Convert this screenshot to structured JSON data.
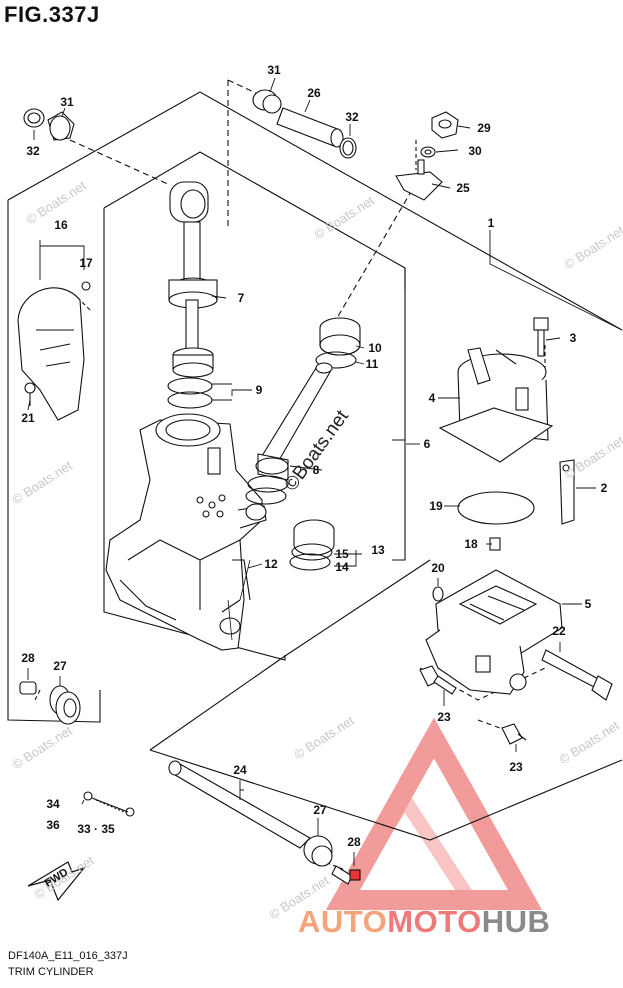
{
  "figure": {
    "title": "FIG.337J",
    "code": "DF140A_E11_016_337J",
    "caption": "TRIM CYLINDER",
    "fwd_label": "FWD"
  },
  "watermark": {
    "text": "© Boats.net",
    "center_text": "©Boats.net"
  },
  "brand": {
    "part1": "AUTO",
    "part2": "MOTO",
    "part3": "HUB",
    "colors": {
      "auto": "#f4a37a",
      "moto": "#ee7a7a",
      "hub": "#8a8a8a",
      "triangle": "#f08a8a"
    }
  },
  "part_labels": [
    {
      "id": "p31a",
      "text": "31"
    },
    {
      "id": "p26",
      "text": "26"
    },
    {
      "id": "p32a",
      "text": "32"
    },
    {
      "id": "p31b",
      "text": "31"
    },
    {
      "id": "p32b",
      "text": "32"
    },
    {
      "id": "p29",
      "text": "29"
    },
    {
      "id": "p30",
      "text": "30"
    },
    {
      "id": "p25",
      "text": "25"
    },
    {
      "id": "p1",
      "text": "1"
    },
    {
      "id": "p16",
      "text": "16"
    },
    {
      "id": "p17",
      "text": "17"
    },
    {
      "id": "p7",
      "text": "7"
    },
    {
      "id": "p3",
      "text": "3"
    },
    {
      "id": "p10",
      "text": "10"
    },
    {
      "id": "p11",
      "text": "11"
    },
    {
      "id": "p9",
      "text": "9"
    },
    {
      "id": "p21",
      "text": "21"
    },
    {
      "id": "p4",
      "text": "4"
    },
    {
      "id": "p6",
      "text": "6"
    },
    {
      "id": "p8",
      "text": "8"
    },
    {
      "id": "p2",
      "text": "2"
    },
    {
      "id": "p19",
      "text": "19"
    },
    {
      "id": "p13",
      "text": "13"
    },
    {
      "id": "p15",
      "text": "15"
    },
    {
      "id": "p14",
      "text": "14"
    },
    {
      "id": "p18",
      "text": "18"
    },
    {
      "id": "p12",
      "text": "12"
    },
    {
      "id": "p20",
      "text": "20"
    },
    {
      "id": "p5",
      "text": "5"
    },
    {
      "id": "p22",
      "text": "22"
    },
    {
      "id": "p28a",
      "text": "28"
    },
    {
      "id": "p27a",
      "text": "27"
    },
    {
      "id": "p23a",
      "text": "23"
    },
    {
      "id": "p23b",
      "text": "23"
    },
    {
      "id": "p24",
      "text": "24"
    },
    {
      "id": "p34",
      "text": "34"
    },
    {
      "id": "p36",
      "text": "36"
    },
    {
      "id": "p3335",
      "text": "33 · 35"
    },
    {
      "id": "p27b",
      "text": "27"
    },
    {
      "id": "p28b",
      "text": "28"
    }
  ]
}
